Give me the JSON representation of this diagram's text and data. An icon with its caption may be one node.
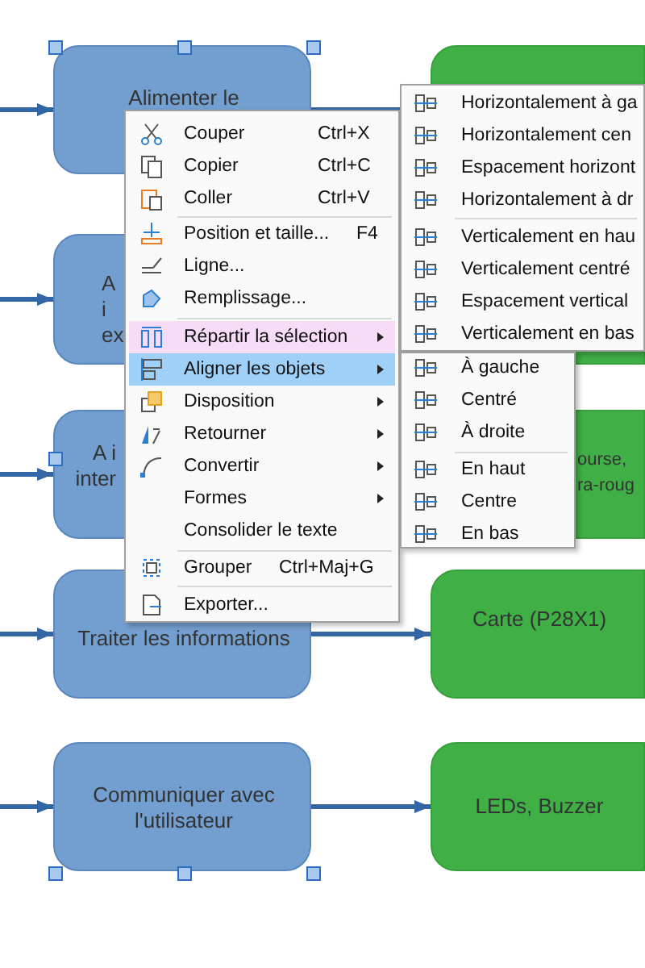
{
  "diagram": {
    "nodes": [
      {
        "text": [
          "Alimenter le"
        ]
      },
      {
        "text": [],
        "shape": "box"
      },
      {
        "text": [
          "A i ex"
        ]
      },
      {
        "text": [],
        "shape": "box"
      },
      {
        "text": [
          "A i inter"
        ]
      },
      {
        "text": [
          "ourse, ra-roug"
        ]
      },
      {
        "text": [
          "Traiter les informations"
        ]
      },
      {
        "text": [
          "Carte (P28X1)"
        ]
      },
      {
        "text": [
          "Communiquer avec l'utilisateur"
        ]
      },
      {
        "text": [
          "LEDs, Buzzer"
        ]
      }
    ],
    "edges": [
      {
        "from": null,
        "to": 0,
        "arrow": "to"
      },
      {
        "from": 0,
        "to": 1,
        "arrow": "to"
      },
      {
        "from": null,
        "to": 2,
        "arrow": "to"
      },
      {
        "from": null,
        "to": 4,
        "arrow": "to"
      },
      {
        "from": null,
        "to": 6,
        "arrow": "to"
      },
      {
        "from": 6,
        "to": 7,
        "arrow": "to"
      },
      {
        "from": null,
        "to": 8,
        "arrow": "to"
      },
      {
        "from": 8,
        "to": 9,
        "arrow": "to"
      }
    ],
    "labels": [
      "Couper",
      "Ctrl+X",
      "Copier",
      "Ctrl+C",
      "Coller",
      "Ctrl+V",
      "Position et taille...",
      "F4",
      "Ligne...",
      "Remplissage...",
      "Répartir la sélection",
      "Aligner les objets",
      "Disposition",
      "Retourner",
      "Convertir",
      "Formes",
      "Consolider le texte",
      "Grouper",
      "Ctrl+Maj+G",
      "Exporter...",
      "Horizontalement à ga",
      "Horizontalement cen",
      "Espacement horizont",
      "Horizontalement à dr",
      "Verticalement en hau",
      "Verticalement centré",
      "Espacement vertical",
      "Verticalement en bas",
      "À gauche",
      "Centré",
      "À droite",
      "En haut",
      "Centre",
      "En bas"
    ]
  }
}
